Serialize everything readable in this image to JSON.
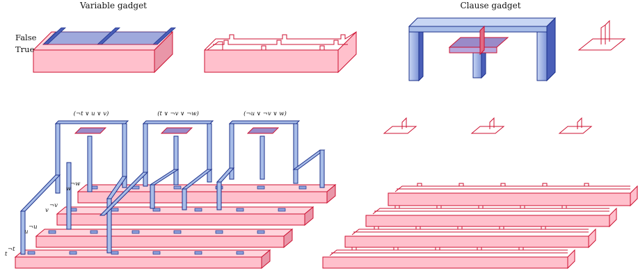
{
  "titles": {
    "variable_gadget": "Variable gadget",
    "clause_gadget": "Clause gadget"
  },
  "states": {
    "false_label": "False",
    "true_label": "True"
  },
  "clauses": [
    "(¬t ∨ u ∨ v)",
    "(t ∨ ¬v ∨ ¬w)",
    "(¬u ∨ ¬v ∨ w)"
  ],
  "variables": [
    {
      "pos": "t",
      "neg": "¬t"
    },
    {
      "pos": "u",
      "neg": "¬u"
    },
    {
      "pos": "v",
      "neg": "¬v"
    },
    {
      "pos": "w",
      "neg": "¬w"
    }
  ],
  "colors": {
    "pink_fill": "#ffc0cc",
    "pink_top": "#ffd4dc",
    "pink_line": "#cc1030",
    "blue_fill": "#a8bde8",
    "blue_dark": "#4a5fb8",
    "blue_line": "#1a2f8a",
    "plate_fill": "#9a8ac8"
  }
}
